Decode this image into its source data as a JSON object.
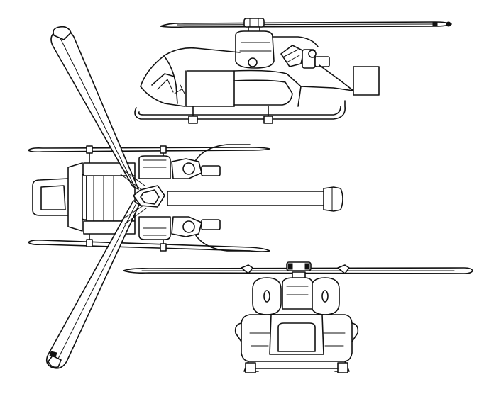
{
  "drawing": {
    "views": [
      "side-view",
      "top-view",
      "front-view"
    ],
    "line_color": "#111111",
    "background_color": "#ffffff",
    "rotor_blades_top_view": 3
  }
}
